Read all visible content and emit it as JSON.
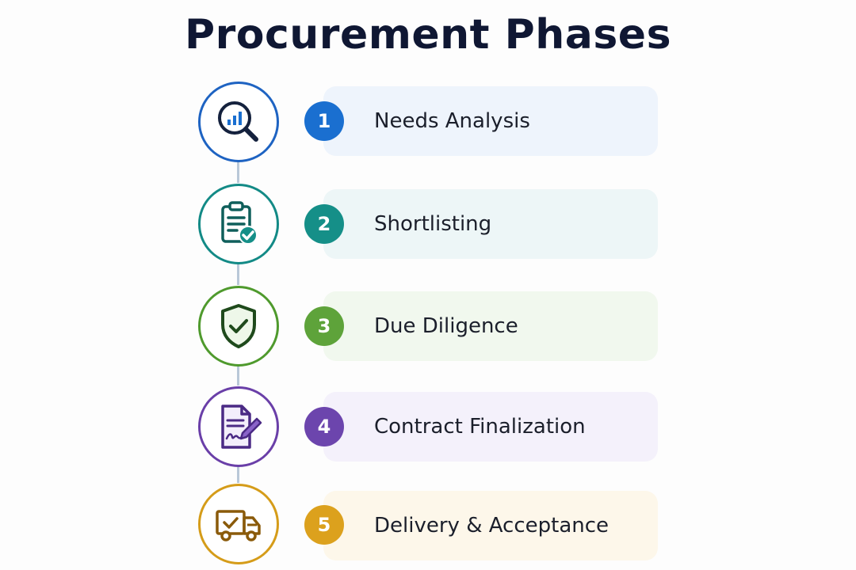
{
  "title": "Procurement Phases",
  "phases": [
    {
      "number": "1",
      "label": "Needs Analysis",
      "icon": "magnifier-chart-icon",
      "color": "#1e63c2",
      "badge_color": "#1a6fd0",
      "card_color": "#eef4fc"
    },
    {
      "number": "2",
      "label": "Shortlisting",
      "icon": "clipboard-check-icon",
      "color": "#138a86",
      "badge_color": "#158f88",
      "card_color": "#edf6f7"
    },
    {
      "number": "3",
      "label": "Due Diligence",
      "icon": "shield-check-icon",
      "color": "#4f9a2d",
      "badge_color": "#5ea33a",
      "card_color": "#f1f8ee"
    },
    {
      "number": "4",
      "label": "Contract Finalization",
      "icon": "contract-signature-icon",
      "color": "#6a3fa8",
      "badge_color": "#6c45ad",
      "card_color": "#f4f1fb"
    },
    {
      "number": "5",
      "label": "Delivery & Acceptance",
      "icon": "delivery-truck-check-icon",
      "color": "#d59c19",
      "badge_color": "#dca11d",
      "card_color": "#fdf7ea"
    }
  ]
}
